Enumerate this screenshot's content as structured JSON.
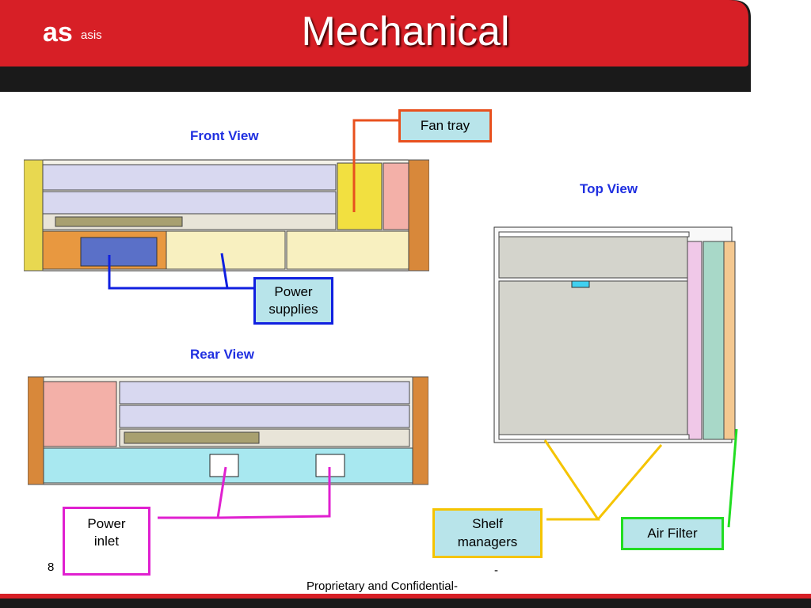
{
  "header": {
    "title": "Mechanical",
    "logo_text": "asis",
    "colors": {
      "red": "#d71f26",
      "dark": "#1a1a1a"
    }
  },
  "views": {
    "front": "Front View",
    "rear": "Rear View",
    "top": "Top View"
  },
  "callouts": {
    "fan_tray": "Fan tray",
    "power_supplies": "Power\nsupplies",
    "power_inlet": "Power\ninlet",
    "shelf_managers": "Shelf\nmanagers",
    "air_filter": "Air Filter"
  },
  "callout_colors": {
    "fan_tray": "#e8501e",
    "power_supplies": "#1020e0",
    "power_inlet": "#e020d0",
    "shelf_managers": "#f5c400",
    "air_filter": "#22dd22"
  },
  "footer": {
    "page_number": "8",
    "dash": "-",
    "text": "Proprietary and Confidential-"
  }
}
